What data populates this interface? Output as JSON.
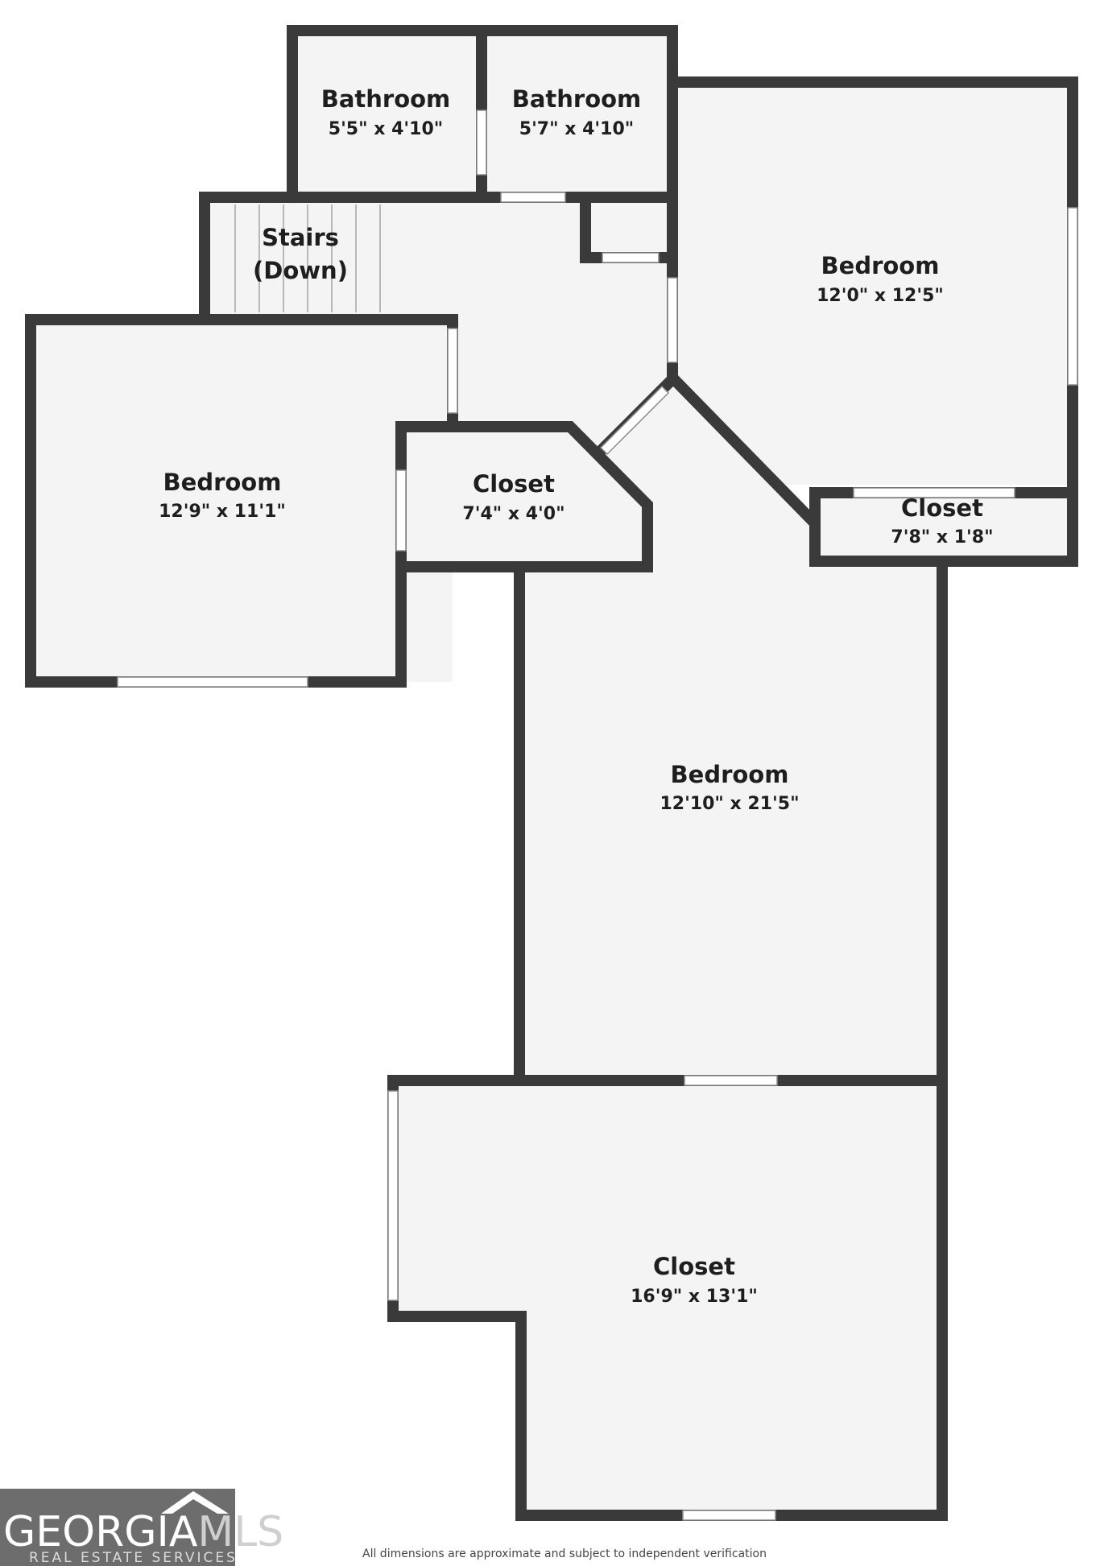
{
  "rooms": [
    {
      "id": "bathroom-1",
      "name": "Bathroom",
      "dims": "5'5\" x 4'10\""
    },
    {
      "id": "bathroom-2",
      "name": "Bathroom",
      "dims": "5'7\" x 4'10\""
    },
    {
      "id": "bedroom-ne",
      "name": "Bedroom",
      "dims": "12'0\" x 12'5\""
    },
    {
      "id": "stairs",
      "name_line1": "Stairs",
      "name_line2": "(Down)"
    },
    {
      "id": "bedroom-w",
      "name": "Bedroom",
      "dims": "12'9\" x 11'1\""
    },
    {
      "id": "closet-center",
      "name": "Closet",
      "dims": "7'4\" x 4'0\""
    },
    {
      "id": "closet-east",
      "name": "Closet",
      "dims": "7'8\" x 1'8\""
    },
    {
      "id": "bedroom-center",
      "name": "Bedroom",
      "dims": "12'10\" x 21'5\""
    },
    {
      "id": "closet-south",
      "name": "Closet",
      "dims": "16'9\" x 13'1\""
    }
  ],
  "logo": {
    "main": "GEORGIA",
    "accent": "MLS",
    "sub": "REAL ESTATE SERVICES"
  },
  "disclaimer": "All dimensions are approximate and subject to independent verification",
  "colors": {
    "wall": "#3a3a3a",
    "floor": "#f4f4f4",
    "logo_bg": "#6d6d6d"
  }
}
